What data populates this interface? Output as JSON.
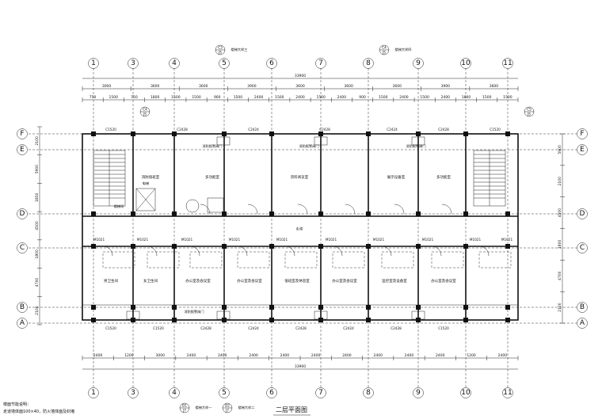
{
  "title": "二层平面图",
  "notes": [
    "楼面节能说明：",
    "走道墙体面100×40，防火墙体面及封堵"
  ],
  "grid_cols": [
    "1",
    "3",
    "4",
    "5",
    "6",
    "7",
    "8",
    "9",
    "10",
    "11"
  ],
  "grid_rows": [
    "F",
    "E",
    "D",
    "C",
    "B",
    "A"
  ],
  "top_total_dim": "33900",
  "bottom_total_dim": "33900",
  "top_dims_row1": [
    "3000",
    "3600",
    "3600",
    "3900",
    "3600",
    "3600",
    "3600",
    "3900",
    "3600"
  ],
  "top_dims_row2": [
    "750",
    "1500",
    "750",
    "1800",
    "1500",
    "1500",
    "900",
    "1500",
    "2400",
    "1500",
    "2400",
    "1500",
    "2400",
    "900",
    "1500",
    "2400",
    "1500",
    "2400",
    "1800",
    "1500",
    "1500"
  ],
  "bottom_dims": [
    "2400",
    "1200",
    "3000",
    "2400",
    "2400",
    "2400",
    "2400",
    "2400",
    "2400",
    "2400",
    "2400",
    "2400",
    "1200",
    "2400"
  ],
  "left_dims": [
    "2100",
    "5900",
    "1850",
    "4500",
    "1800",
    "4700",
    "2100"
  ],
  "right_dims": [
    "5900",
    "2100",
    "4500",
    "1800",
    "4700",
    "2100"
  ],
  "rooms_upper": [
    "消防值班室",
    "多功能室",
    "资料阅览室",
    "展示设备室",
    "多功能室"
  ],
  "rooms_lower": [
    "男卫生间",
    "女卫生间",
    "办公室及会议室",
    "办公室及会议室",
    "值班室及休息室",
    "办公室及会议室",
    "监控室及设备室",
    "办公室及会议室"
  ],
  "sections": [
    {
      "id": "C3",
      "sheet": "JS",
      "label": "楼梯大样三"
    },
    {
      "id": "C4",
      "sheet": "JS",
      "label": "楼梯大样四"
    },
    {
      "id": "C4",
      "sheet": "JS",
      "label": ""
    },
    {
      "id": "C5",
      "sheet": "JS",
      "label": ""
    },
    {
      "id": "D1",
      "sheet": "J7",
      "label": "楼梯大样一"
    },
    {
      "id": "D2",
      "sheet": "J7",
      "label": "楼梯大样二"
    }
  ],
  "windows_top": [
    "C1520",
    "C2428",
    "C2424",
    "C2428",
    "C2424",
    "C2428",
    "C1520"
  ],
  "windows_bottom": [
    "C1520",
    "C1520",
    "C2428",
    "C2424",
    "C2428",
    "C2424",
    "C2428",
    "C1520"
  ],
  "doors_corridor": [
    "M1021",
    "M1021",
    "M1021",
    "M1021",
    "M1021",
    "M1021",
    "M1021",
    "M1021",
    "M1021",
    "M1021"
  ],
  "labels_misc": [
    "消防报警阀门",
    "消防报警阀门",
    "消防报警阀门",
    "消防报警阀门",
    "楼梯间",
    "电梯",
    "走道"
  ]
}
